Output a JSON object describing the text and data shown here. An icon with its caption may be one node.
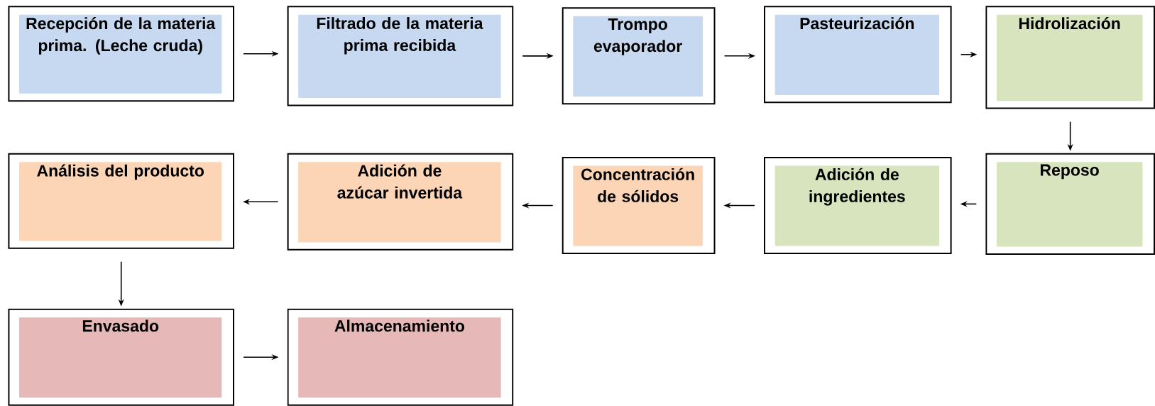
{
  "diagram": {
    "nodes": [
      {
        "text": [
          "Recepción de la materia prima. (Leche cruda)"
        ]
      },
      {
        "text": [
          "Filtrado  de la materia prima recibida"
        ]
      },
      {
        "text": [
          "Trompo evaporador"
        ]
      },
      {
        "text": [
          "Pasteurización"
        ]
      },
      {
        "text": [
          "Hidrolización"
        ]
      },
      {
        "text": [
          "Reposo"
        ]
      },
      {
        "text": [
          "Adición de ingredientes"
        ]
      },
      {
        "text": [
          "Concentración de sólidos"
        ]
      },
      {
        "text": [
          "Adición de azúcar invertida"
        ]
      },
      {
        "text": [
          "Análisis del producto"
        ]
      },
      {
        "text": [
          "Envasado"
        ]
      },
      {
        "text": [
          "Almacenamiento"
        ]
      }
    ],
    "edges": [
      {
        "from": 0,
        "to": 1,
        "arrow": "to"
      },
      {
        "from": 1,
        "to": 2,
        "arrow": "to"
      },
      {
        "from": 2,
        "to": 3,
        "arrow": "to"
      },
      {
        "from": 3,
        "to": 4,
        "arrow": "to"
      },
      {
        "from": 4,
        "to": 5,
        "arrow": "to"
      },
      {
        "from": 5,
        "to": 6,
        "arrow": "to"
      },
      {
        "from": 6,
        "to": 7,
        "arrow": "to"
      },
      {
        "from": 7,
        "to": 8,
        "arrow": "to"
      },
      {
        "from": 8,
        "to": 9,
        "arrow": "to"
      },
      {
        "from": 9,
        "to": 10,
        "arrow": "to"
      },
      {
        "from": 10,
        "to": 11,
        "arrow": "to"
      }
    ]
  }
}
